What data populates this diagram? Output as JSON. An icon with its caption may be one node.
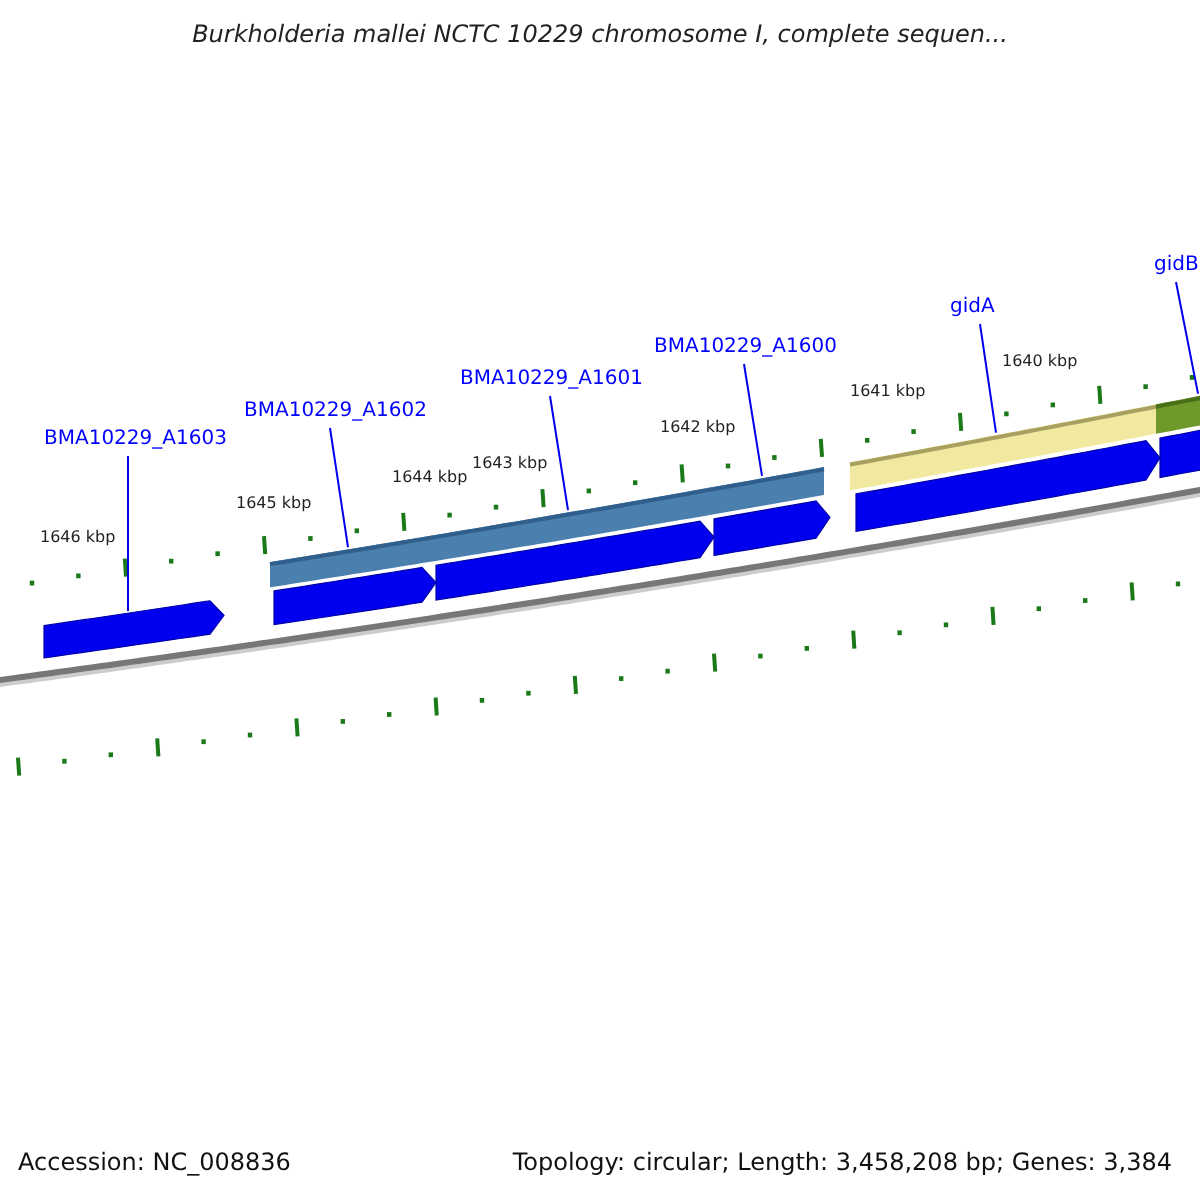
{
  "diagram": {
    "title": "Burkholderia mallei NCTC 10229 chromosome I, complete sequen...",
    "nodes": [
      {
        "text": [
          "BMA10229_A1603"
        ]
      },
      {
        "text": [
          "BMA10229_A1602"
        ]
      },
      {
        "text": [
          "BMA10229_A1601"
        ]
      },
      {
        "text": [
          "BMA10229_A1600"
        ]
      },
      {
        "text": [
          "gidA"
        ]
      },
      {
        "text": [
          "gidB"
        ]
      },
      {
        "text": [],
        "shape": "bar"
      },
      {
        "text": [],
        "shape": "bar"
      },
      {
        "text": [],
        "shape": "bar"
      },
      {
        "text": [],
        "shape": "bar"
      },
      {
        "text": [],
        "shape": "bar"
      },
      {
        "text": [],
        "shape": "bar"
      }
    ],
    "edges": [
      {
        "from": 0,
        "to": 6,
        "arrow": "none"
      },
      {
        "from": 1,
        "to": 7,
        "arrow": "none"
      },
      {
        "from": 2,
        "to": 8,
        "arrow": "none"
      },
      {
        "from": 3,
        "to": 9,
        "arrow": "none"
      },
      {
        "from": 4,
        "to": 10,
        "arrow": "none"
      },
      {
        "from": 5,
        "to": 11,
        "arrow": "none"
      }
    ],
    "labels": [
      "1646 kbp",
      "1645 kbp",
      "1644 kbp",
      "1643 kbp",
      "1642 kbp",
      "1641 kbp",
      "1640 kbp",
      "Accession: NC_008836",
      "Topology: circular; Length: 3,458,208 bp; Genes: 3,384"
    ]
  }
}
